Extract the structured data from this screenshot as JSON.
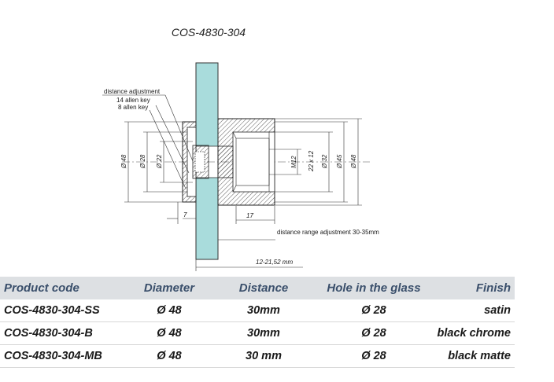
{
  "drawing": {
    "title": "COS-4830-304",
    "callout": {
      "line1": "distance adjustment",
      "line2": "14 allen key",
      "line3": "8 allen key"
    },
    "dims": {
      "left_d48": "Ø 48",
      "left_d28": "Ø 28",
      "left_d22": "Ø 22",
      "m12": "M12",
      "thread": "22 x 12",
      "right_d32": "Ø 32",
      "right_d45": "Ø 45",
      "right_d48": "Ø 48",
      "seven": "7",
      "seventeen": "17",
      "range_note": "distance range adjustment 30-35mm",
      "span": "12-21,52 mm"
    }
  },
  "table": {
    "headers": [
      "Product code",
      "Diameter",
      "Distance",
      "Hole in the glass",
      "Finish"
    ],
    "rows": [
      [
        "COS-4830-304-SS",
        "Ø 48",
        "30mm",
        "Ø 28",
        "satin"
      ],
      [
        "COS-4830-304-B",
        "Ø 48",
        "30mm",
        "Ø 28",
        "black chrome"
      ],
      [
        "COS-4830-304-MB",
        "Ø 48",
        "30 mm",
        "Ø 28",
        "black matte"
      ]
    ]
  },
  "colors": {
    "glass": "#a9dcdc",
    "header_bg": "#dde0e3",
    "header_text": "#3a4f6b"
  }
}
